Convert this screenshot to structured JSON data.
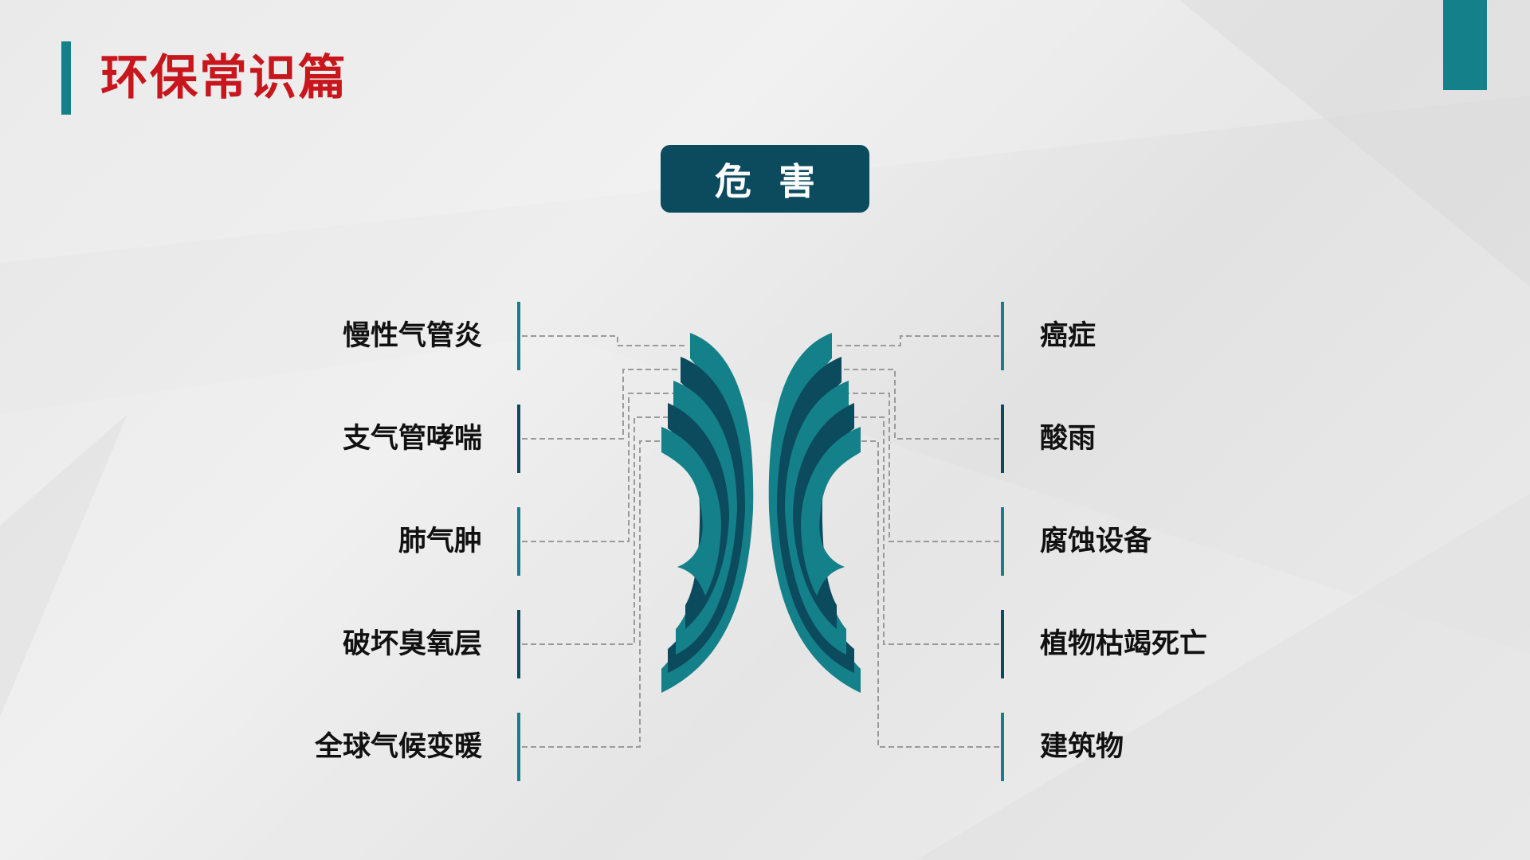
{
  "page": {
    "title": "环保常识篇",
    "header": "危害"
  },
  "colors": {
    "title_red": "#c8161d",
    "teal": "#148089",
    "dark_teal": "#0c4a5e",
    "connector": "#9a9a9a"
  },
  "effects": {
    "left": [
      "慢性气管炎",
      "支气管哮喘",
      "肺气肿",
      "破坏臭氧层",
      "全球气候变暖"
    ],
    "right": [
      "癌症",
      "酸雨",
      "腐蚀设备",
      "植物枯竭死亡",
      "建筑物"
    ]
  }
}
